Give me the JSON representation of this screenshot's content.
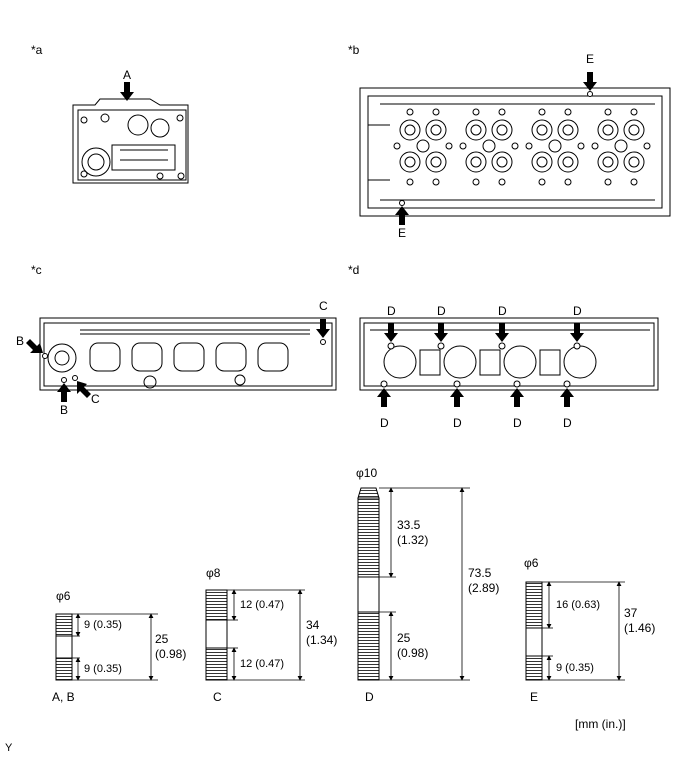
{
  "panels": {
    "a": {
      "tag": "*a",
      "markers": [
        "A"
      ]
    },
    "b": {
      "tag": "*b",
      "markers": [
        "E",
        "E"
      ]
    },
    "c": {
      "tag": "*c",
      "markers": [
        "B",
        "B",
        "C",
        "C"
      ]
    },
    "d": {
      "tag": "*d",
      "markers": [
        "D",
        "D",
        "D",
        "D",
        "D",
        "D",
        "D",
        "D"
      ]
    }
  },
  "studs": [
    {
      "diameter": "φ6",
      "name": "A, B",
      "dims": {
        "upper": "9 (0.35)",
        "lower": "9 (0.35)",
        "total": "25",
        "total_in": "(0.98)"
      }
    },
    {
      "diameter": "φ8",
      "name": "C",
      "dims": {
        "upper": "12 (0.47)",
        "lower": "12 (0.47)",
        "total": "34",
        "total_in": "(1.34)"
      }
    },
    {
      "diameter": "φ10",
      "name": "D",
      "dims": {
        "upper": "33.5",
        "upper_in": "(1.32)",
        "lower": "25",
        "lower_in": "(0.98)",
        "total": "73.5",
        "total_in": "(2.89)"
      }
    },
    {
      "diameter": "φ6",
      "name": "E",
      "dims": {
        "upper": "16 (0.63)",
        "lower": "9 (0.35)",
        "total": "37",
        "total_in": "(1.46)"
      }
    }
  ],
  "unit_note": "[mm (in.)]",
  "corner_mark": "Y"
}
